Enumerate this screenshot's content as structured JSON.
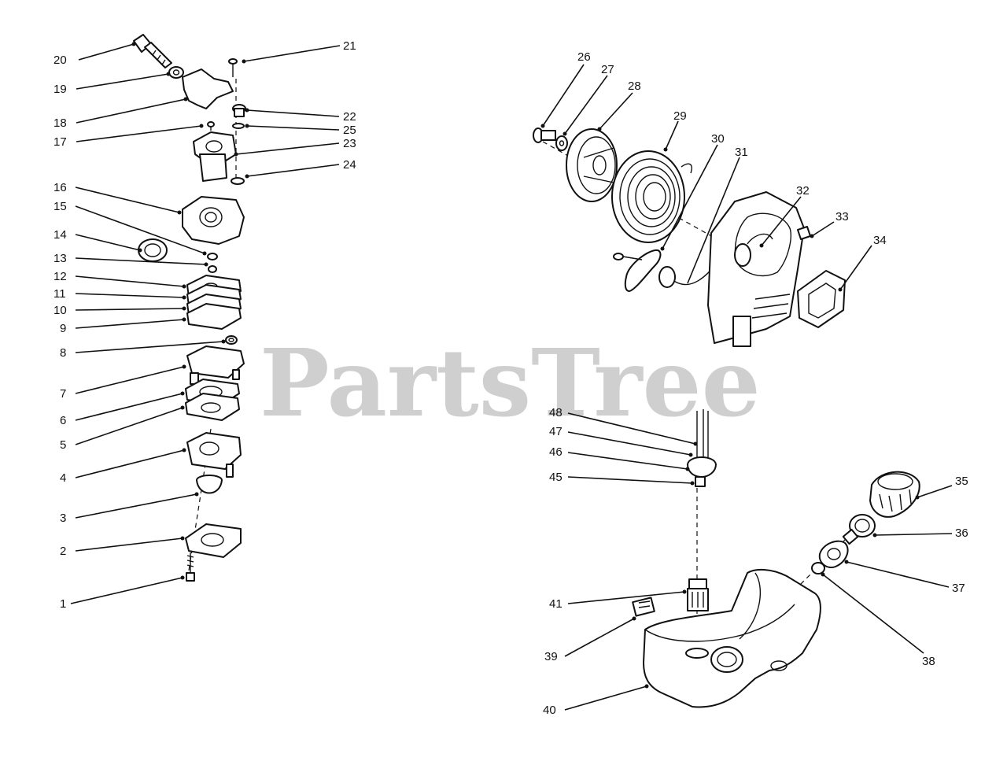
{
  "watermark": {
    "text": "PartsTree",
    "mark": "™"
  },
  "callouts": {
    "c1": "1",
    "c2": "2",
    "c3": "3",
    "c4": "4",
    "c5": "5",
    "c6": "6",
    "c7": "7",
    "c8": "8",
    "c9": "9",
    "c10": "10",
    "c11": "11",
    "c12": "12",
    "c13": "13",
    "c14": "14",
    "c15": "15",
    "c16": "16",
    "c17": "17",
    "c18": "18",
    "c19": "19",
    "c20": "20",
    "c21": "21",
    "c22": "22",
    "c23": "23",
    "c24": "24",
    "c25": "25",
    "c26": "26",
    "c27": "27",
    "c28": "28",
    "c29": "29",
    "c30": "30",
    "c31": "31",
    "c32": "32",
    "c33": "33",
    "c34": "34",
    "c35": "35",
    "c36": "36",
    "c37": "37",
    "c38": "38",
    "c39": "39",
    "c40": "40",
    "c41": "41",
    "c45": "45",
    "c46": "46",
    "c47": "47",
    "c48": "48"
  }
}
